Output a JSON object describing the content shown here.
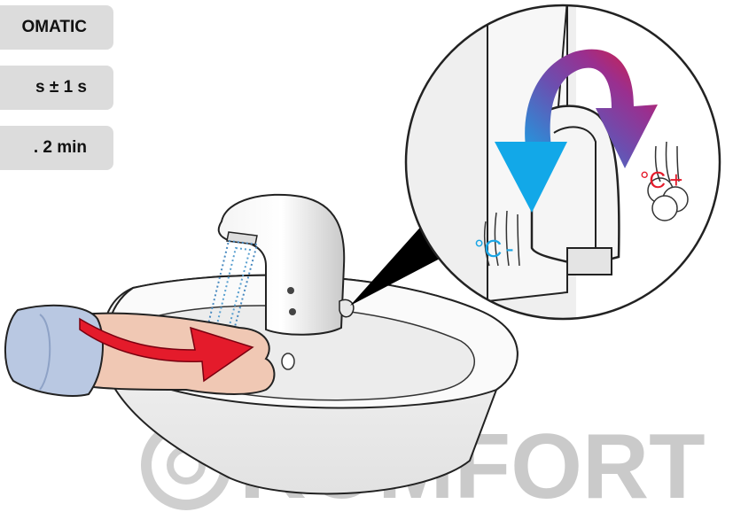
{
  "labels": {
    "mode": "OMATIC",
    "delay": "s ± 1 s",
    "max_time": ". 2 min"
  },
  "watermark": {
    "text": "KOMFORT"
  },
  "temperature": {
    "cold_symbol": "°C",
    "cold_sign": "-",
    "hot_symbol": "°C",
    "hot_sign": "+"
  },
  "colors": {
    "cold": "#1aa6e6",
    "hot": "#e41b2b",
    "arrow_mid": "#7a3aa0",
    "pill": "#dcdcdc",
    "watermark": "#c8c8c8",
    "water": "#4a8ac0"
  },
  "icons": [
    "faucet-icon",
    "hand-icon",
    "rotation-arrow-icon",
    "sink-icon",
    "steam-icon"
  ]
}
